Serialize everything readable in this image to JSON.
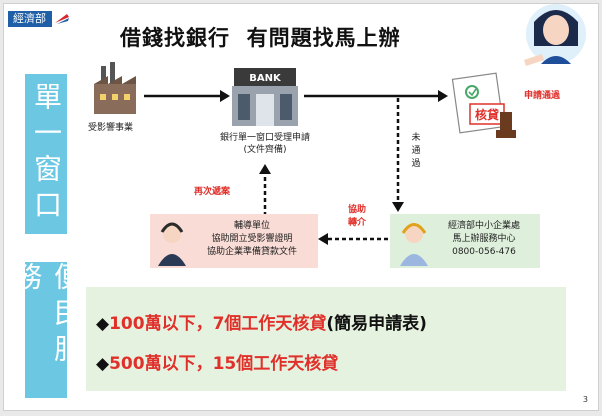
{
  "logo": {
    "text": "經濟部"
  },
  "title": "借錢找銀行  有問題找馬上辦",
  "side_top": "單一窗口",
  "side_bottom": "便民服務",
  "bank_sign": "BANK",
  "stamp_text": "核貸",
  "labels": {
    "factory": "受影響事業",
    "bank_line1": "銀行單一窗口受理申請",
    "bank_line2": "(文件齊備)",
    "approved": "申請通過",
    "not_approved": "未通過",
    "resubmit": "再次遞案",
    "assist": "協助轉介",
    "guide_line1": "輔導單位",
    "guide_line2": "協助開立受影響證明",
    "guide_line3": "協助企業準備貸款文件",
    "moea_line1": "經濟部中小企業處",
    "moea_line2": "馬上辦服務中心",
    "moea_line3": "0800-056-476"
  },
  "benefits": [
    {
      "bullet": "◆",
      "highlight": "100萬以下，7個工作天核貸",
      "note": "(簡易申請表)"
    },
    {
      "bullet": "◆",
      "highlight": "500萬以下，15個工作天核貸",
      "note": ""
    }
  ],
  "page_number": "3",
  "colors": {
    "side": "#6cc7e3",
    "accent_red": "#e0302a",
    "benefit_bg": "#e6f2e0",
    "pink_box": "#f9dcd6",
    "green_box": "#def0dc"
  }
}
